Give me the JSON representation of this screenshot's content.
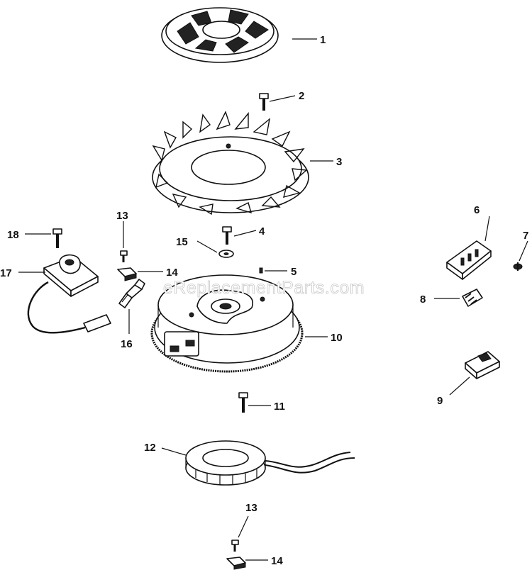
{
  "watermark": "eReplacementParts.com",
  "callouts": [
    {
      "id": "c1",
      "text": "1"
    },
    {
      "id": "c2",
      "text": "2"
    },
    {
      "id": "c3",
      "text": "3"
    },
    {
      "id": "c4",
      "text": "4"
    },
    {
      "id": "c5",
      "text": "5"
    },
    {
      "id": "c6",
      "text": "6"
    },
    {
      "id": "c7",
      "text": "7"
    },
    {
      "id": "c8",
      "text": "8"
    },
    {
      "id": "c9",
      "text": "9"
    },
    {
      "id": "c10",
      "text": "10"
    },
    {
      "id": "c11",
      "text": "11"
    },
    {
      "id": "c12",
      "text": "12"
    },
    {
      "id": "c13a",
      "text": "13"
    },
    {
      "id": "c13b",
      "text": "13"
    },
    {
      "id": "c14a",
      "text": "14"
    },
    {
      "id": "c14b",
      "text": "14"
    },
    {
      "id": "c15",
      "text": "15"
    },
    {
      "id": "c16",
      "text": "16"
    },
    {
      "id": "c17",
      "text": "17"
    },
    {
      "id": "c18",
      "text": "18"
    }
  ]
}
